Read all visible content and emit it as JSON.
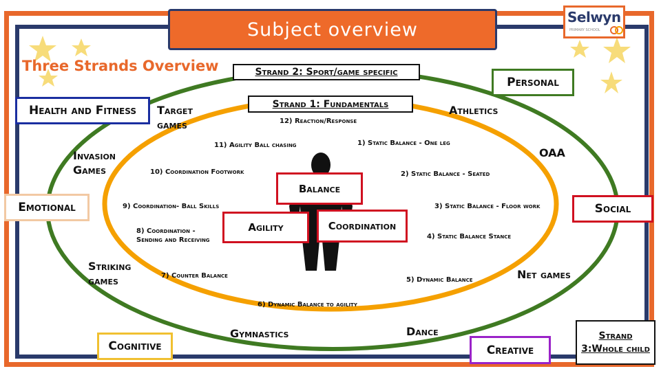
{
  "title": "Subject overview",
  "logo": {
    "name": "Selwyn",
    "subtitle": "PRIMARY SCHOOL"
  },
  "heading": "Three Strands Overview",
  "strands": {
    "strand2": "Strand 2: Sport/game specific",
    "strand1": "Strand 1: Fundamentals",
    "strand3": "Strand 3:Whole child"
  },
  "whole_child": {
    "health": "Health and Fitness",
    "personal": "Personal",
    "emotional": "Emotional",
    "social": "Social",
    "cognitive": "Cognitive",
    "creative": "Creative"
  },
  "sports": {
    "target": "Target games",
    "athletics": "Athletics",
    "invasion": "Invasion Games",
    "oaa": "OAA",
    "striking": "Striking games",
    "net": "Net games",
    "gymnastics": "Gymnastics",
    "dance": "Dance"
  },
  "core": {
    "balance": "Balance",
    "agility": "Agility",
    "coordination": "Coordination"
  },
  "fundamentals": {
    "f1": "1) Static Balance - One leg",
    "f2": "2) Static Balance - Seated",
    "f3": "3) Static Balance - Floor work",
    "f4": "4) Static Balance Stance",
    "f5": "5) Dynamic Balance",
    "f6": "6) Dynamic Balance to agility",
    "f7": "7) Counter Balance",
    "f8": "8) Coordination - Sending and Receiving",
    "f9": "9) Coordination- Ball Skills",
    "f10": "10) Coordination Footwork",
    "f11": "11) Agility Ball chasing",
    "f12": "12) Reaction/Response"
  },
  "colors": {
    "orange": "#e8682b",
    "navy": "#2a3a6b",
    "green": "#3f7a22",
    "amber": "#f5a000",
    "star": "#f7dc7a"
  }
}
